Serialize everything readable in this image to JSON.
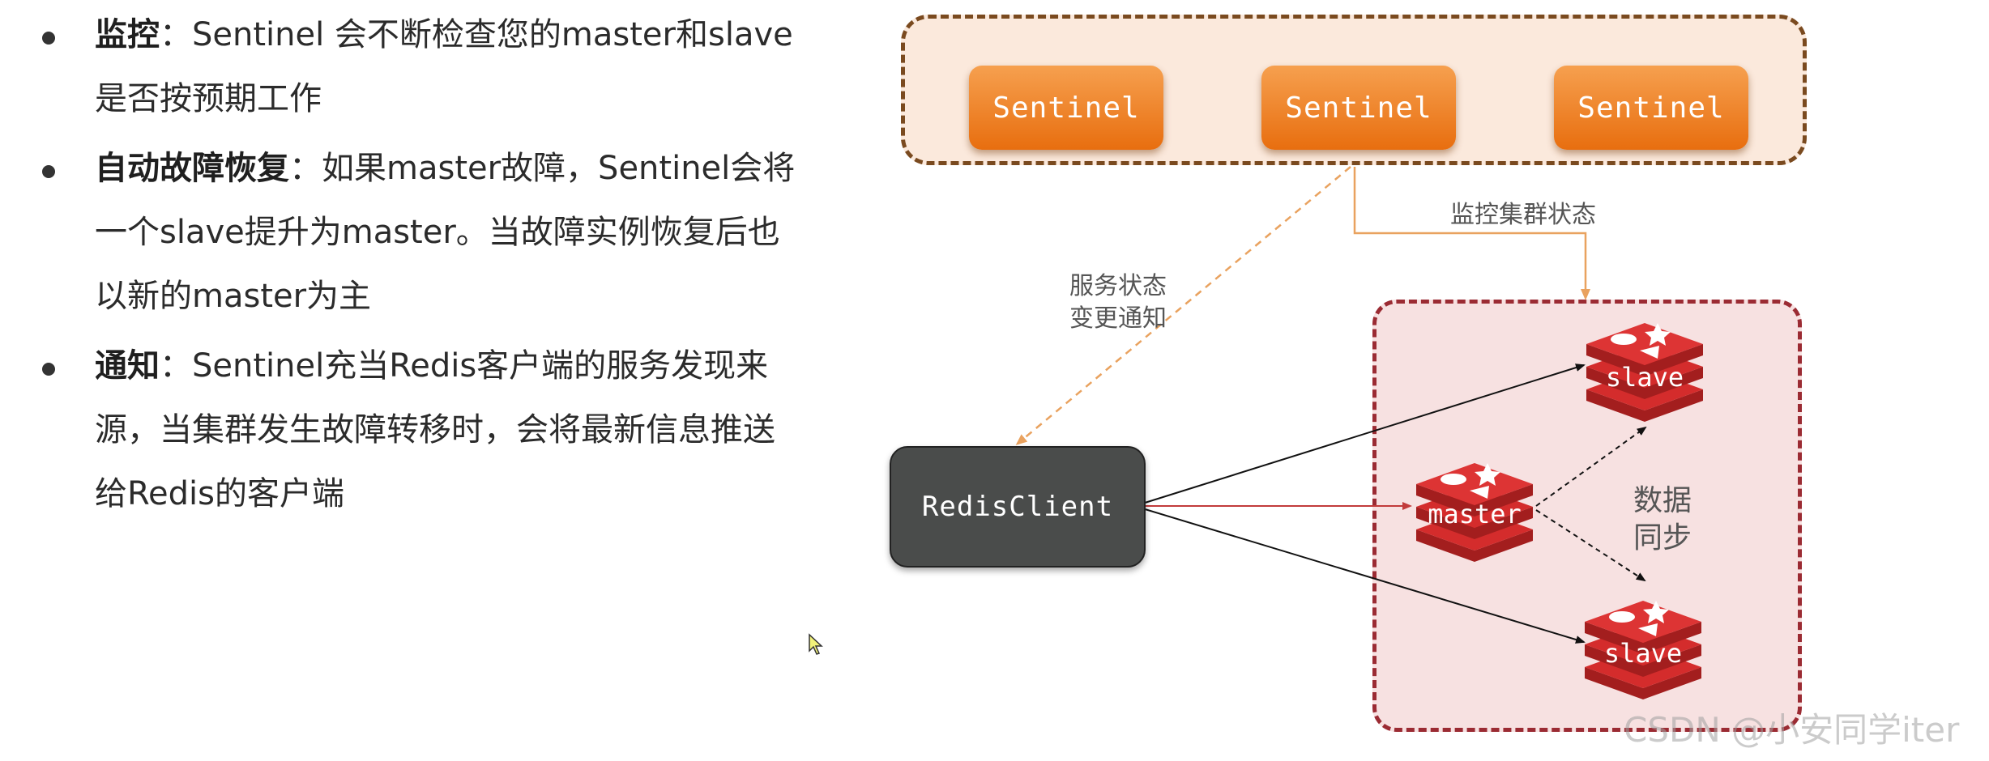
{
  "bullets": [
    {
      "lines": [
        {
          "bold": "监控",
          "text": "：Sentinel 会不断检查您的master和slave"
        },
        {
          "bold": "",
          "text": "是否按预期工作"
        }
      ]
    },
    {
      "lines": [
        {
          "bold": "自动故障恢复",
          "text": "：如果master故障，Sentinel会将"
        },
        {
          "bold": "",
          "text": "一个slave提升为master。当故障实例恢复后也"
        },
        {
          "bold": "",
          "text": "以新的master为主"
        }
      ]
    },
    {
      "lines": [
        {
          "bold": "通知",
          "text": "：Sentinel充当Redis客户端的服务发现来"
        },
        {
          "bold": "",
          "text": "源，当集群发生故障转移时，会将最新信息推送"
        },
        {
          "bold": "",
          "text": "给Redis的客户端"
        }
      ]
    }
  ],
  "diagram": {
    "sentinels": [
      "Sentinel",
      "Sentinel",
      "Sentinel"
    ],
    "client_label": "RedisClient",
    "notify_label_line1": "服务状态",
    "notify_label_line2": "变更通知",
    "monitor_label": "监控集群状态",
    "master_label": "master",
    "slave_top_label": "slave",
    "slave_bottom_label": "slave",
    "sync_label_line1": "数据",
    "sync_label_line2": "同步",
    "colors": {
      "sentinel_fill": "#f0892c",
      "sentinel_group_border": "#7a4a1f",
      "redis_group_border": "#9b2b33",
      "redis_red": "#d42c2c",
      "client_fill": "#4a4c4b",
      "notify_arrow": "#e9a25f"
    }
  },
  "watermark": "CSDN @小安同学iter"
}
